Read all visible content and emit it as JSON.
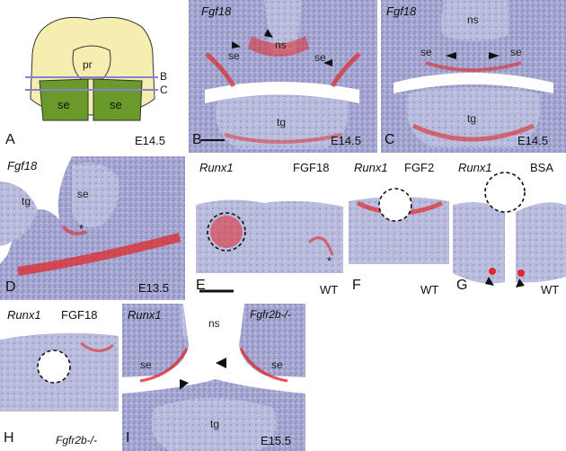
{
  "panels": {
    "A": {
      "letter": "A",
      "stage": "E14.5",
      "labels": [
        "pr",
        "se",
        "se"
      ],
      "lines": [
        "B",
        "C"
      ]
    },
    "B": {
      "letter": "B",
      "gene": "Fgf18",
      "stage": "E14.5",
      "labels": [
        "se",
        "ns",
        "se",
        "tg"
      ]
    },
    "C": {
      "letter": "C",
      "gene": "Fgf18",
      "stage": "E14.5",
      "labels": [
        "ns",
        "se",
        "se",
        "tg"
      ]
    },
    "D": {
      "letter": "D",
      "gene": "Fgf18",
      "stage": "E13.5",
      "labels": [
        "tg",
        "se",
        "*"
      ]
    },
    "E": {
      "letter": "E",
      "gene": "Runx1",
      "treatment": "FGF18",
      "genotype": "WT",
      "marker": "*"
    },
    "F": {
      "letter": "F",
      "gene": "Runx1",
      "treatment": "FGF2",
      "genotype": "WT"
    },
    "G": {
      "letter": "G",
      "gene": "Runx1",
      "treatment": "BSA",
      "genotype": "WT"
    },
    "H": {
      "letter": "H",
      "gene": "Runx1",
      "treatment": "FGF18",
      "genotype": "Fgfr2b-/-"
    },
    "I": {
      "letter": "I",
      "gene": "Runx1",
      "genotype": "Fgfr2b-/-",
      "stage": "E15.5",
      "labels": [
        "ns",
        "se",
        "se",
        "tg"
      ]
    }
  },
  "colors": {
    "tissue": "#8f92c4",
    "stain": "#e0282a",
    "palate_green": "#6a9a2a",
    "palate_yellow": "#f5eeb0",
    "line": "#8a7fd6"
  }
}
